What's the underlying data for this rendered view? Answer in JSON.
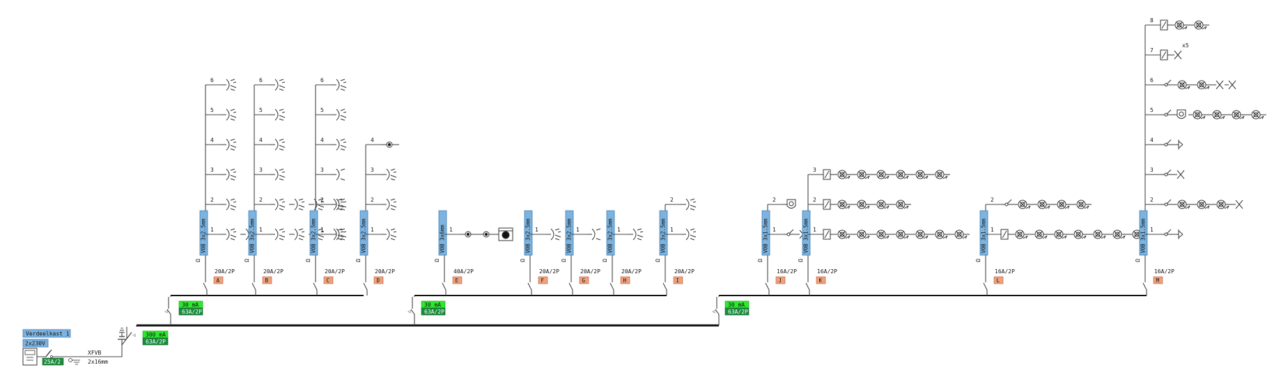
{
  "colors": {
    "cable_label": "#7db3de",
    "cable_label_border": "#3d7fb8",
    "breaker_label": "#f0a07c",
    "breaker_label_border": "#b8603c",
    "rcd_top": "#2ee82e",
    "rcd_bottom": "#1a8a3c",
    "wire": "#444444",
    "bus": "#111111"
  },
  "main": {
    "panel_name": "Verdeelkast 1",
    "supply": "2x230V",
    "main_breaker": "25A/2",
    "cable_type": "XFVB",
    "cable_section": "2x16mm",
    "icons": [
      "meter-icon",
      "main-switch-icon",
      "earth-ground-icon",
      "surge-arrester-icon"
    ]
  },
  "rcds": [
    {
      "id": "rcd-main",
      "sensitivity": "300 mA",
      "rating": "63A/2P"
    },
    {
      "id": "rcd-1",
      "sensitivity": "30 mA",
      "rating": "63A/2P"
    },
    {
      "id": "rcd-2",
      "sensitivity": "30 mA",
      "rating": "63A/2P"
    },
    {
      "id": "rcd-3",
      "sensitivity": "30 mA",
      "rating": "63A/2P"
    }
  ],
  "circuits": [
    {
      "letter": "A",
      "breaker": "20A/2P",
      "cable": "VOB 3x2.5mm",
      "points": [
        {
          "n": "1",
          "syms": [
            "socket",
            "socket"
          ]
        },
        {
          "n": "2",
          "syms": [
            "socket"
          ]
        },
        {
          "n": "3",
          "syms": [
            "socket"
          ]
        },
        {
          "n": "4",
          "syms": [
            "socket"
          ]
        },
        {
          "n": "5",
          "syms": [
            "socket"
          ]
        },
        {
          "n": "6",
          "syms": [
            "socket"
          ]
        }
      ]
    },
    {
      "letter": "B",
      "breaker": "20A/2P",
      "cable": "VOB 3x2.5mm",
      "points": [
        {
          "n": "1",
          "syms": [
            "socket",
            "socket",
            "socket",
            "socket"
          ]
        },
        {
          "n": "2",
          "syms": [
            "socket",
            "socket",
            "socket",
            "socket"
          ]
        },
        {
          "n": "3",
          "syms": [
            "socket"
          ]
        },
        {
          "n": "4",
          "syms": [
            "socket"
          ]
        },
        {
          "n": "5",
          "syms": [
            "socket"
          ]
        },
        {
          "n": "6",
          "syms": [
            "socket"
          ]
        }
      ]
    },
    {
      "letter": "C",
      "breaker": "20A/2P",
      "cable": "VOB 3x2.5mm",
      "points": [
        {
          "n": "1",
          "syms": [
            "socket"
          ]
        },
        {
          "n": "2",
          "syms": [
            "socket"
          ]
        },
        {
          "n": "3",
          "syms": [
            "socket-plain"
          ]
        },
        {
          "n": "4",
          "syms": [
            "socket"
          ]
        },
        {
          "n": "5",
          "syms": [
            "socket"
          ]
        },
        {
          "n": "6",
          "syms": [
            "socket"
          ]
        }
      ]
    },
    {
      "letter": "D",
      "breaker": "20A/2P",
      "cable": "VOB 3x2.5mm",
      "points": [
        {
          "n": "1",
          "syms": [
            "socket"
          ]
        },
        {
          "n": "2",
          "syms": [
            "socket"
          ]
        },
        {
          "n": "3",
          "syms": [
            "socket"
          ]
        },
        {
          "n": "4",
          "syms": [
            "junction-box"
          ]
        }
      ]
    },
    {
      "letter": "E",
      "breaker": "40A/2P",
      "cable": "VOB 3x6mm",
      "points": [
        {
          "n": "1",
          "syms": [
            "junction-box",
            "junction-box",
            "appliance"
          ]
        }
      ]
    },
    {
      "letter": "F",
      "breaker": "20A/2P",
      "cable": "VOB 3x2.5mm",
      "points": [
        {
          "n": "1",
          "syms": [
            "socket"
          ]
        }
      ]
    },
    {
      "letter": "G",
      "breaker": "20A/2P",
      "cable": "VOB 3x2.5mm",
      "points": [
        {
          "n": "1",
          "syms": [
            "socket-plain"
          ]
        }
      ]
    },
    {
      "letter": "H",
      "breaker": "20A/2P",
      "cable": "VOB 3x2.5mm",
      "points": [
        {
          "n": "1",
          "syms": [
            "socket"
          ]
        }
      ]
    },
    {
      "letter": "I",
      "breaker": "20A/2P",
      "cable": "VOB 3x2.5mm",
      "points": [
        {
          "n": "1",
          "syms": [
            "socket"
          ]
        },
        {
          "n": "2",
          "syms": [
            "socket"
          ]
        }
      ]
    },
    {
      "letter": "J",
      "breaker": "16A/2P",
      "cable": "VOB 3x1.5mm",
      "points": [
        {
          "n": "1",
          "syms": [
            "switch",
            "lamp-x"
          ]
        },
        {
          "n": "2",
          "syms": [
            "detector"
          ]
        }
      ]
    },
    {
      "letter": "K",
      "breaker": "16A/2P",
      "cable": "VOB 3x1.5mm",
      "points": [
        {
          "n": "1",
          "syms": [
            "dimmer",
            "spot",
            "spot",
            "spot",
            "spot",
            "spot",
            "spot",
            "spot"
          ]
        },
        {
          "n": "2",
          "syms": [
            "dimmer",
            "spot",
            "spot",
            "spot",
            "spot"
          ]
        },
        {
          "n": "3",
          "syms": [
            "dimmer",
            "spot",
            "spot",
            "spot",
            "spot",
            "spot",
            "spot"
          ]
        }
      ]
    },
    {
      "letter": "L",
      "breaker": "16A/2P",
      "cable": "VOB 3x1.5mm",
      "points": [
        {
          "n": "1",
          "syms": [
            "dimmer",
            "spot",
            "spot",
            "spot",
            "spot",
            "spot",
            "spot",
            "spot"
          ]
        },
        {
          "n": "2",
          "syms": [
            "switch",
            "spot",
            "spot",
            "spot",
            "spot"
          ]
        }
      ]
    },
    {
      "letter": "M",
      "breaker": "16A/2P",
      "cable": "VOB 3x1.5mm",
      "points": [
        {
          "n": "1",
          "syms": [
            "switch",
            "lamp-wall"
          ]
        },
        {
          "n": "2",
          "syms": [
            "switch",
            "spot",
            "spot",
            "spot",
            "lamp-x"
          ]
        },
        {
          "n": "3",
          "syms": [
            "switch",
            "lamp-x"
          ]
        },
        {
          "n": "4",
          "syms": [
            "switch",
            "lamp-wall"
          ]
        },
        {
          "n": "5",
          "syms": [
            "switch",
            "detector",
            "spot",
            "spot",
            "spot",
            "spot"
          ]
        },
        {
          "n": "6",
          "syms": [
            "switch",
            "spot",
            "spot",
            "lamp-x",
            "lamp-x"
          ]
        },
        {
          "n": "7",
          "syms": [
            "dimmer",
            "lamp-x"
          ]
        },
        {
          "n": "8",
          "syms": [
            "dimmer",
            "spot",
            "spot"
          ]
        }
      ],
      "note": "x5"
    }
  ]
}
